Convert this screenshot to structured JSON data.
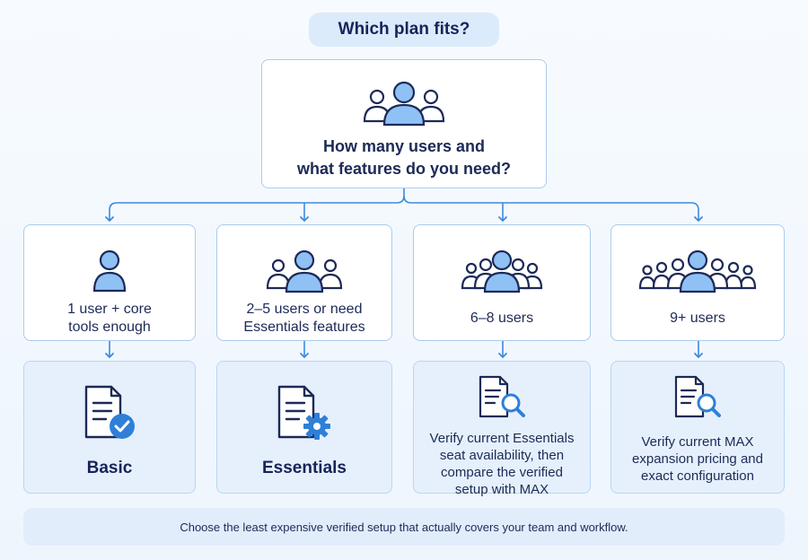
{
  "title": "Which plan fits?",
  "question": {
    "line1": "How many users and",
    "line2": "what features do you need?",
    "icon": "users-group-icon"
  },
  "branches": [
    {
      "condition_line1": "1 user + core",
      "condition_line2": "tools enough",
      "condition_icon": "single-user-icon",
      "result_title": "Basic",
      "result_icon": "document-check-icon"
    },
    {
      "condition_line1": "2–5 users or need",
      "condition_line2": "Essentials features",
      "condition_icon": "users-group-icon",
      "result_title": "Essentials",
      "result_icon": "document-gear-icon"
    },
    {
      "condition_line1": "6–8 users",
      "condition_icon": "large-users-group-icon",
      "result_lines": [
        "Verify current Essentials",
        "seat availability, then",
        "compare the verified",
        "setup with MAX"
      ],
      "result_icon": "document-search-icon"
    },
    {
      "condition_line1": "9+ users",
      "condition_icon": "crowd-users-icon",
      "result_lines": [
        "Verify current MAX",
        "expansion pricing and",
        "exact configuration"
      ],
      "result_icon": "document-search-icon"
    }
  ],
  "footer": "Choose the least expensive verified setup that actually covers your team and workflow.",
  "colors": {
    "accent": "#2f7fd8",
    "icon_fill": "#8fc1f5",
    "icon_stroke": "#1d2a57",
    "connector": "#3b8be0",
    "result_bg": "#e6f0fc"
  }
}
